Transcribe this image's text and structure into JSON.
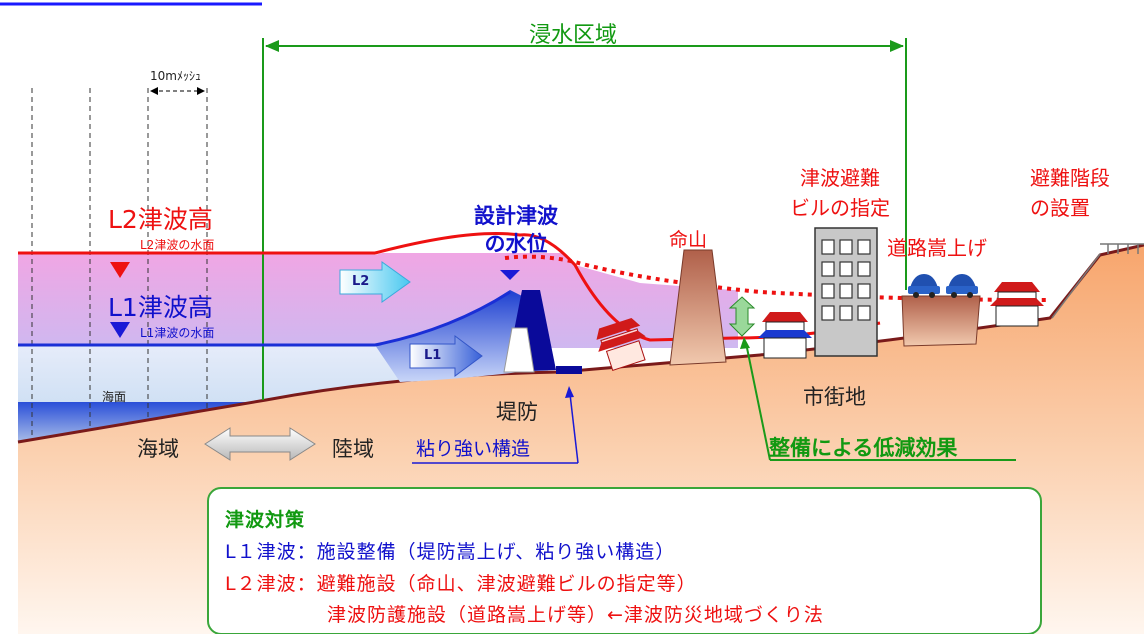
{
  "top_labels": {
    "inundation_area": "浸水区域",
    "mesh": "10mﾒｯｼｭ"
  },
  "water": {
    "l2_height": "L2津波高",
    "l2_surface": "L2津波の水面",
    "l1_height": "L1津波高",
    "l1_surface": "L1津波の水面",
    "sea_surface": "海面",
    "l2_arrow": "L2",
    "l1_arrow": "L1"
  },
  "terrain": {
    "design_tsunami": "設計津波\nの水位",
    "embankment": "堤防",
    "robust_structure": "粘り強い構造",
    "sea_area": "海域",
    "land_area": "陸域",
    "life_hill": "命山",
    "urban_area": "市街地",
    "evac_building": "津波避難\nビルの指定",
    "road_raising": "道路嵩上げ",
    "evac_stairs": "避難階段\nの設置",
    "reduction_effect": "整備による低減効果"
  },
  "measures": {
    "title": "津波対策",
    "l1_line": "L１津波：施設整備（堤防嵩上げ、粘り強い構造）",
    "l2_line1": "L２津波：避難施設（命山、津波避難ビルの指定等）",
    "l2_line2": "津波防護施設（道路嵩上げ等）←津波防災地域づくり法"
  },
  "colors": {
    "red": "#ee1111",
    "blue": "#1111cc",
    "green": "#119911",
    "land": "#f6a06a"
  }
}
